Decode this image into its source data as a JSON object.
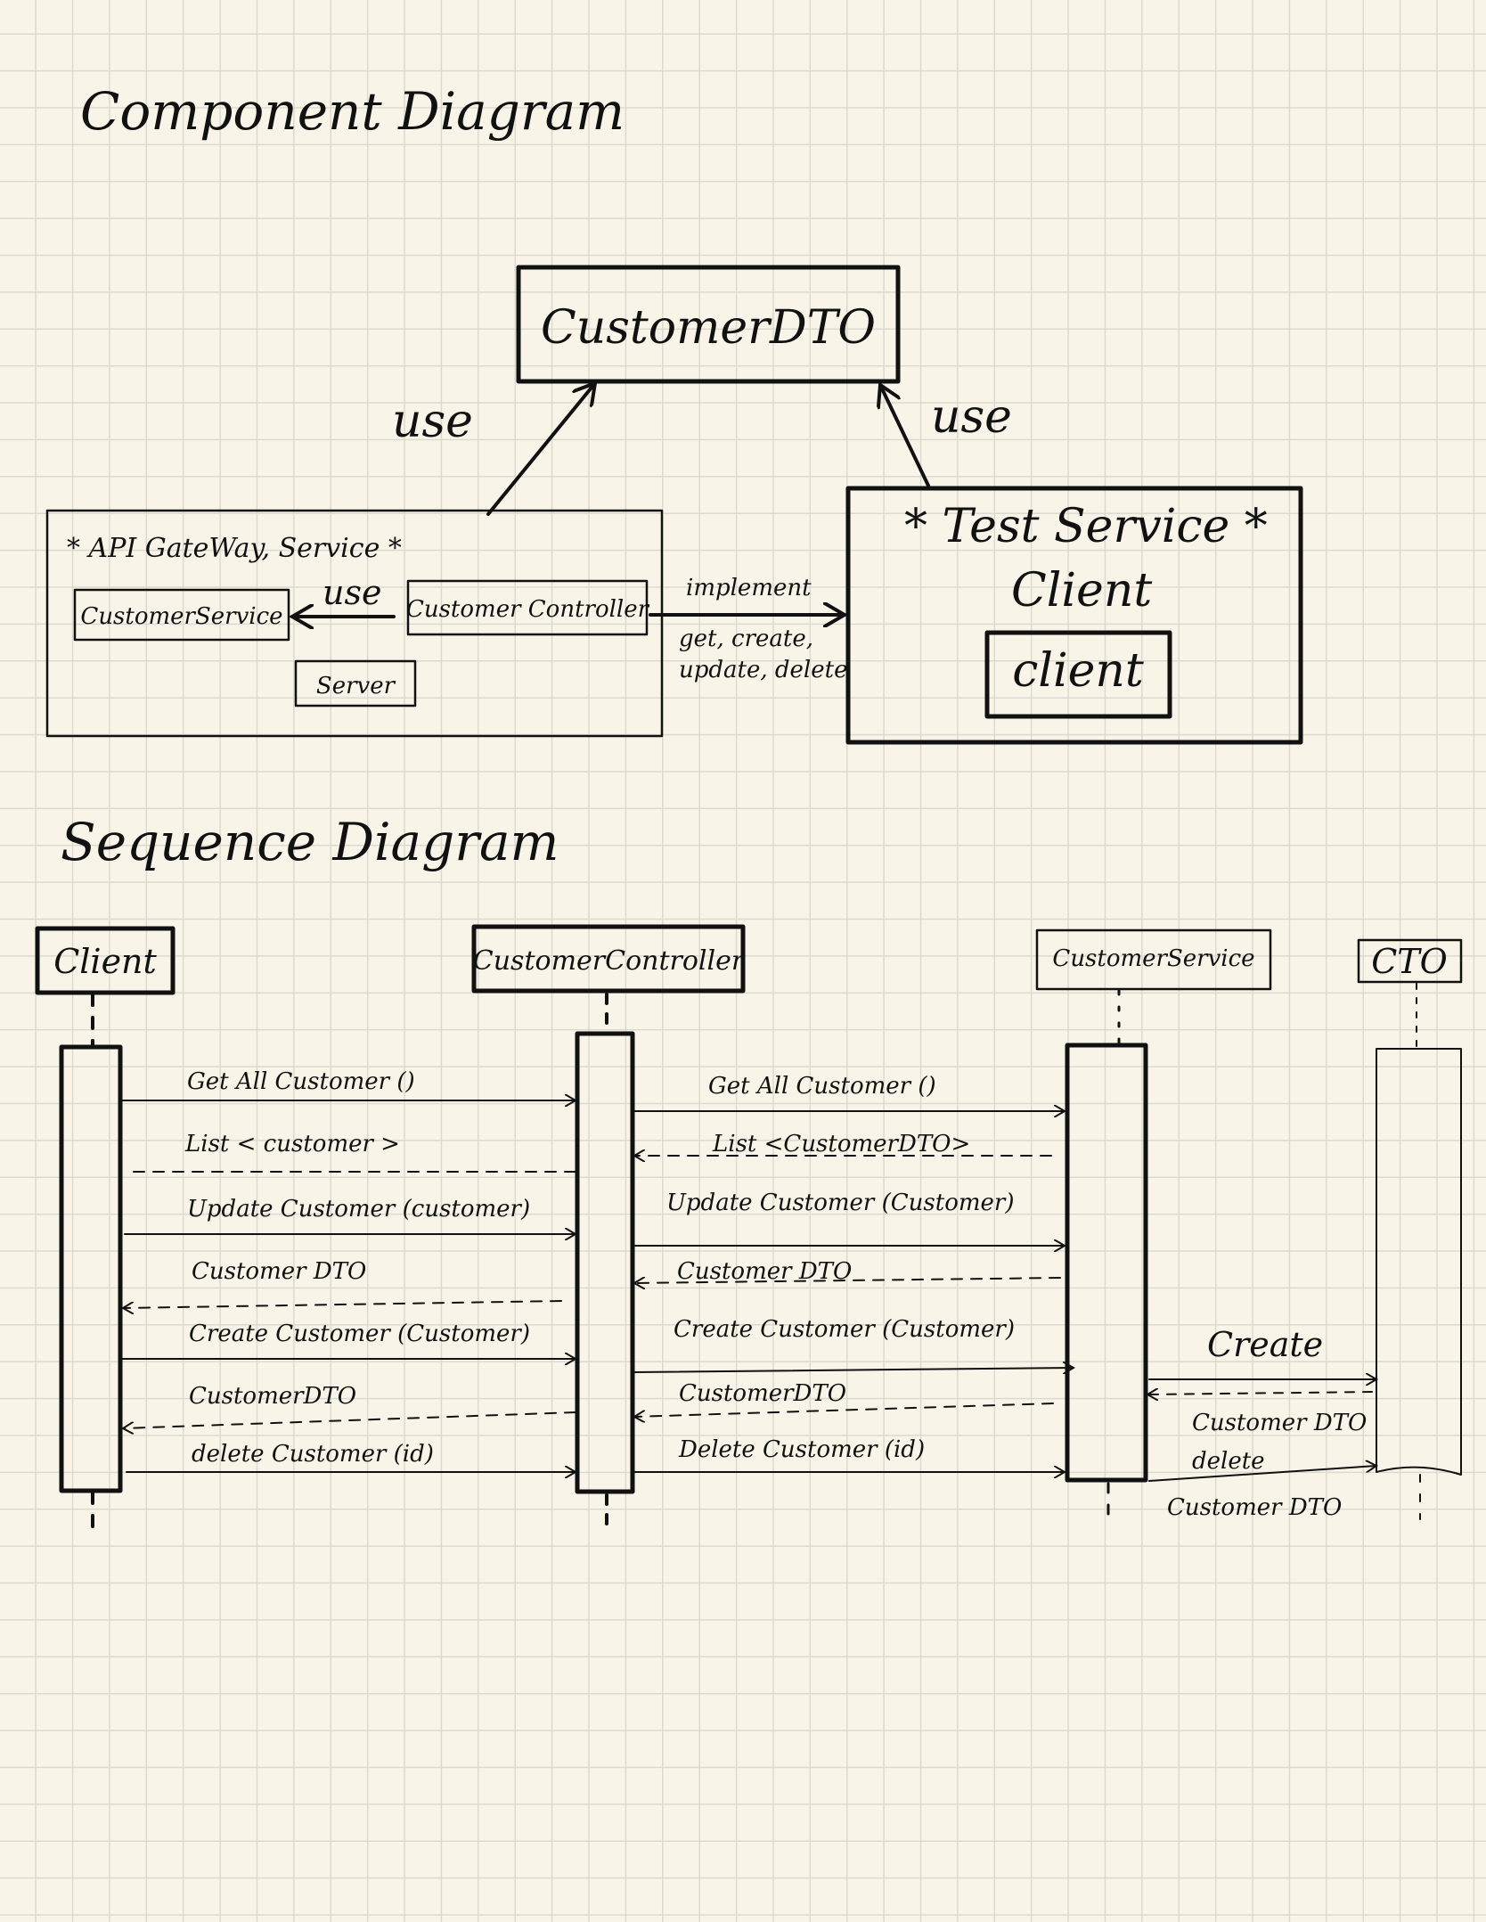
{
  "component_diagram": {
    "title": "Component Diagram",
    "customer_dto_box": "CustomerDTO",
    "use_left": "use",
    "use_right": "use",
    "api_gateway": {
      "label": "* API GateWay, Service *",
      "customer_service": "CustomerService",
      "use_label": "use",
      "customer_controller": "Customer Controller",
      "server": "Server"
    },
    "implement_label": "implement",
    "methods_line1": "get, create,",
    "methods_line2": "update, delete",
    "test_service": {
      "label": "* Test Service *",
      "subtitle": "Client",
      "client_box": "client"
    }
  },
  "sequence_diagram": {
    "title": "Sequence Diagram",
    "lifelines": {
      "client": "Client",
      "controller": "CustomerController",
      "service": "CustomerService",
      "cto": "CTO"
    },
    "messages": {
      "m1": "Get All Customer ()",
      "m2": "List < customer >",
      "m3": "Update Customer (customer)",
      "m4": "Customer DTO",
      "m5": "Create Customer (Customer)",
      "m6": "CustomerDTO",
      "m7": "delete Customer (id)",
      "s1": "Get All Customer ()",
      "s2": "List <CustomerDTO>",
      "s3": "Update Customer (Customer)",
      "s4": "Customer DTO",
      "s5": "Create Customer (Customer)",
      "s6": "CustomerDTO",
      "s7": "Delete Customer (id)",
      "c1": "Create",
      "c2": "Customer DTO",
      "c3": "delete",
      "c4": "Customer DTO"
    }
  }
}
